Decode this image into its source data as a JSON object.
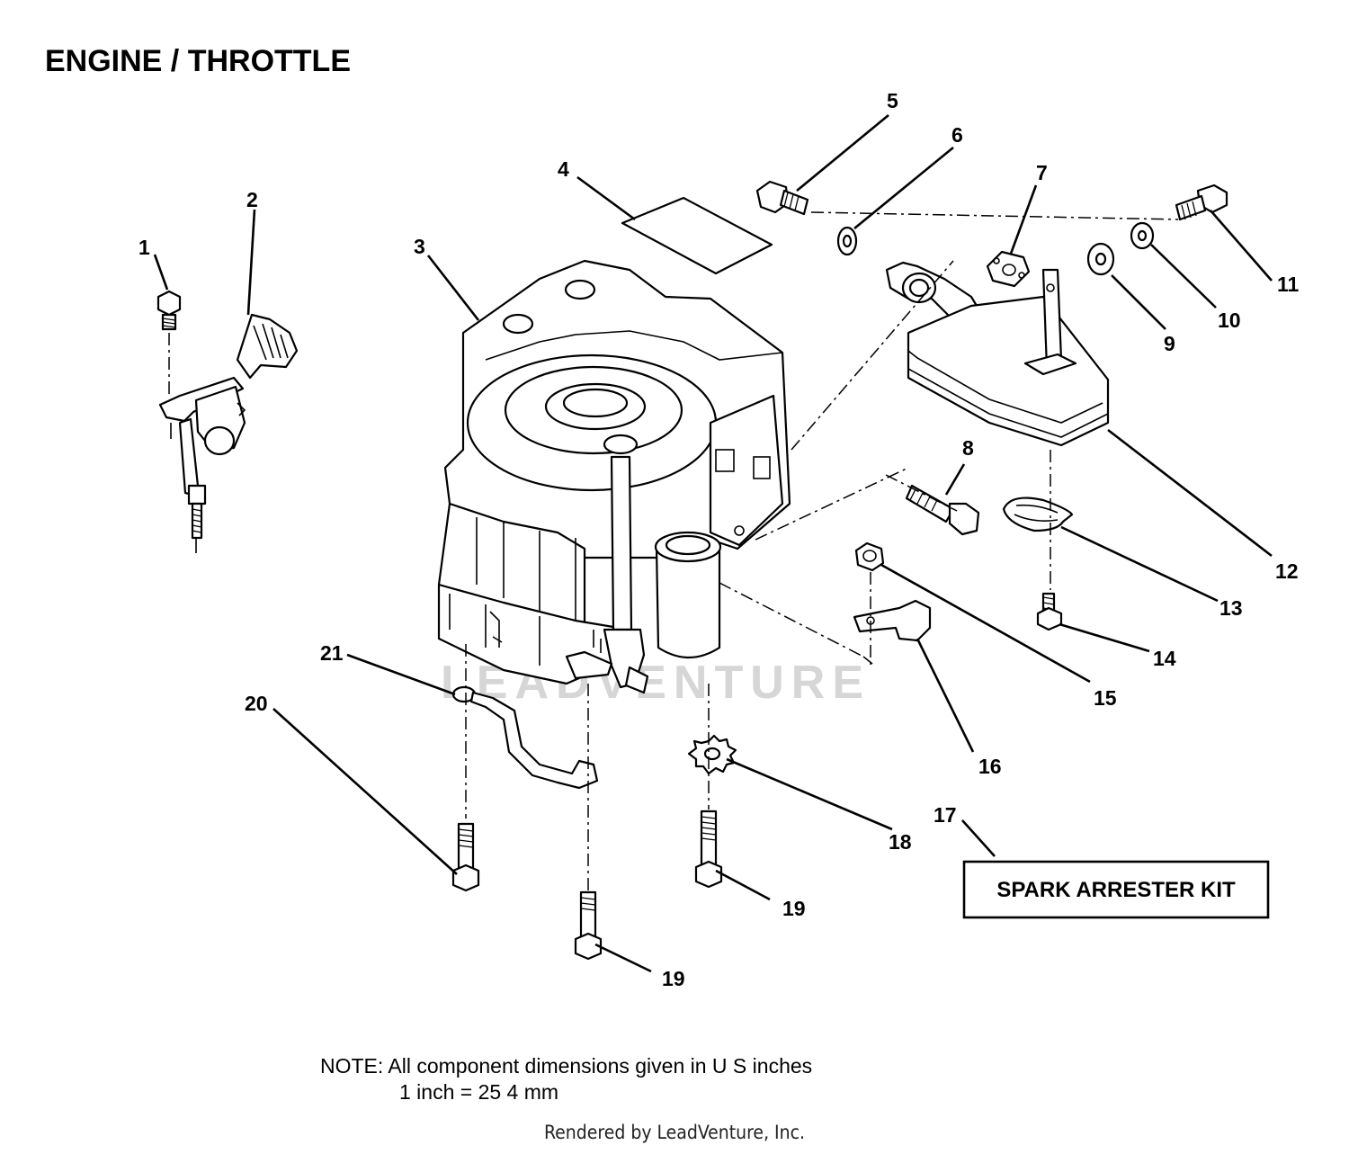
{
  "title": "ENGINE / THROTTLE",
  "callouts": [
    {
      "id": "c1",
      "label": "1"
    },
    {
      "id": "c2",
      "label": "2"
    },
    {
      "id": "c3",
      "label": "3"
    },
    {
      "id": "c4",
      "label": "4"
    },
    {
      "id": "c5",
      "label": "5"
    },
    {
      "id": "c6",
      "label": "6"
    },
    {
      "id": "c7",
      "label": "7"
    },
    {
      "id": "c8",
      "label": "8"
    },
    {
      "id": "c9",
      "label": "9"
    },
    {
      "id": "c10",
      "label": "10"
    },
    {
      "id": "c11",
      "label": "11"
    },
    {
      "id": "c12",
      "label": "12"
    },
    {
      "id": "c13",
      "label": "13"
    },
    {
      "id": "c14",
      "label": "14"
    },
    {
      "id": "c15",
      "label": "15"
    },
    {
      "id": "c16",
      "label": "16"
    },
    {
      "id": "c17",
      "label": "17"
    },
    {
      "id": "c18",
      "label": "18"
    },
    {
      "id": "c19a",
      "label": "19"
    },
    {
      "id": "c19b",
      "label": "19"
    },
    {
      "id": "c20",
      "label": "20"
    },
    {
      "id": "c21",
      "label": "21"
    }
  ],
  "kit_label": "SPARK ARRESTER KIT",
  "note_line1": "NOTE:  All component dimensions given in U S  inches",
  "note_line2": "1 inch = 25 4 mm",
  "credit": "Rendered by LeadVenture, Inc.",
  "watermark": "LEADVENTURE"
}
